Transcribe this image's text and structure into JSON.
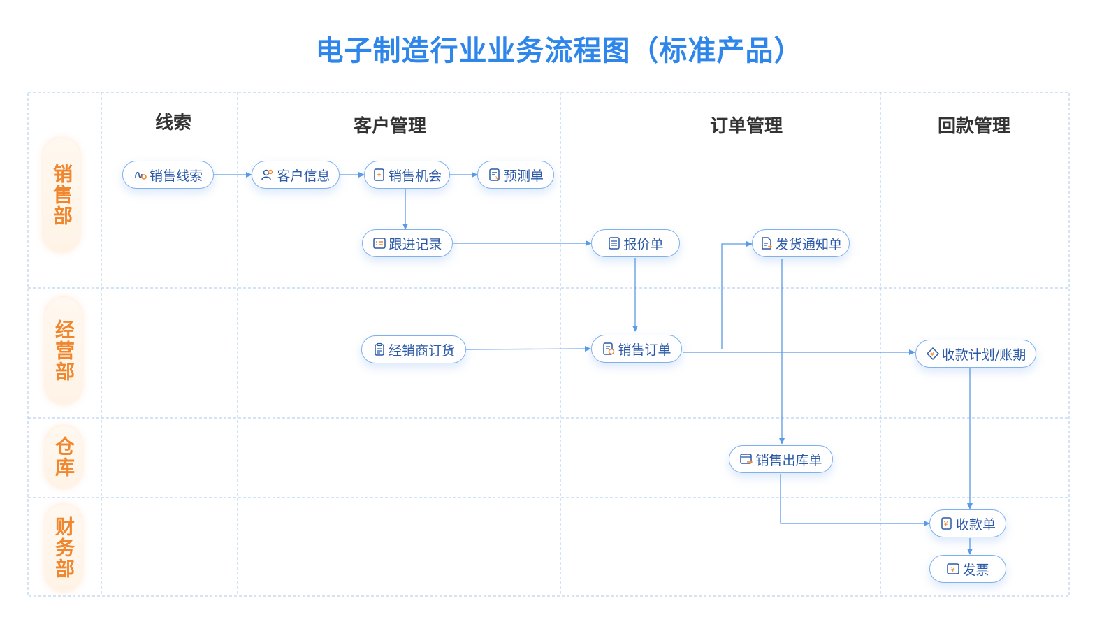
{
  "title": "电子制造行业业务流程图（标准产品）",
  "columns": {
    "leads": "线索",
    "customer": "客户管理",
    "order": "订单管理",
    "payment": "回款管理"
  },
  "lanes": {
    "sales": "销售部",
    "operations": "经营部",
    "warehouse": "仓库",
    "finance": "财务部"
  },
  "nodes": {
    "sales_lead": {
      "label": "销售线索",
      "icon": "lead-icon"
    },
    "customer_info": {
      "label": "客户信息",
      "icon": "people-icon"
    },
    "sales_opportunity": {
      "label": "销售机会",
      "icon": "opportunity-icon"
    },
    "forecast": {
      "label": "预测单",
      "icon": "forecast-icon"
    },
    "follow_up": {
      "label": "跟进记录",
      "icon": "list-icon"
    },
    "quotation": {
      "label": "报价单",
      "icon": "document-icon"
    },
    "delivery_notice": {
      "label": "发货通知单",
      "icon": "delivery-doc-icon"
    },
    "dealer_order": {
      "label": "经销商订货",
      "icon": "clipboard-icon"
    },
    "sales_order": {
      "label": "销售订单",
      "icon": "order-icon"
    },
    "collection_plan": {
      "label": "收款计划/账期",
      "icon": "collection-plan-icon"
    },
    "outbound": {
      "label": "销售出库单",
      "icon": "outbound-icon"
    },
    "receipt": {
      "label": "收款单",
      "icon": "receipt-icon"
    },
    "invoice": {
      "label": "发票",
      "icon": "invoice-icon"
    }
  },
  "colors": {
    "title": "#2e86ea",
    "node_border": "#7fb0ec",
    "node_text": "#2c5aa8",
    "lane_text": "#f0872e",
    "grid": "#a9c8ee",
    "connector": "#5b9ae6"
  }
}
